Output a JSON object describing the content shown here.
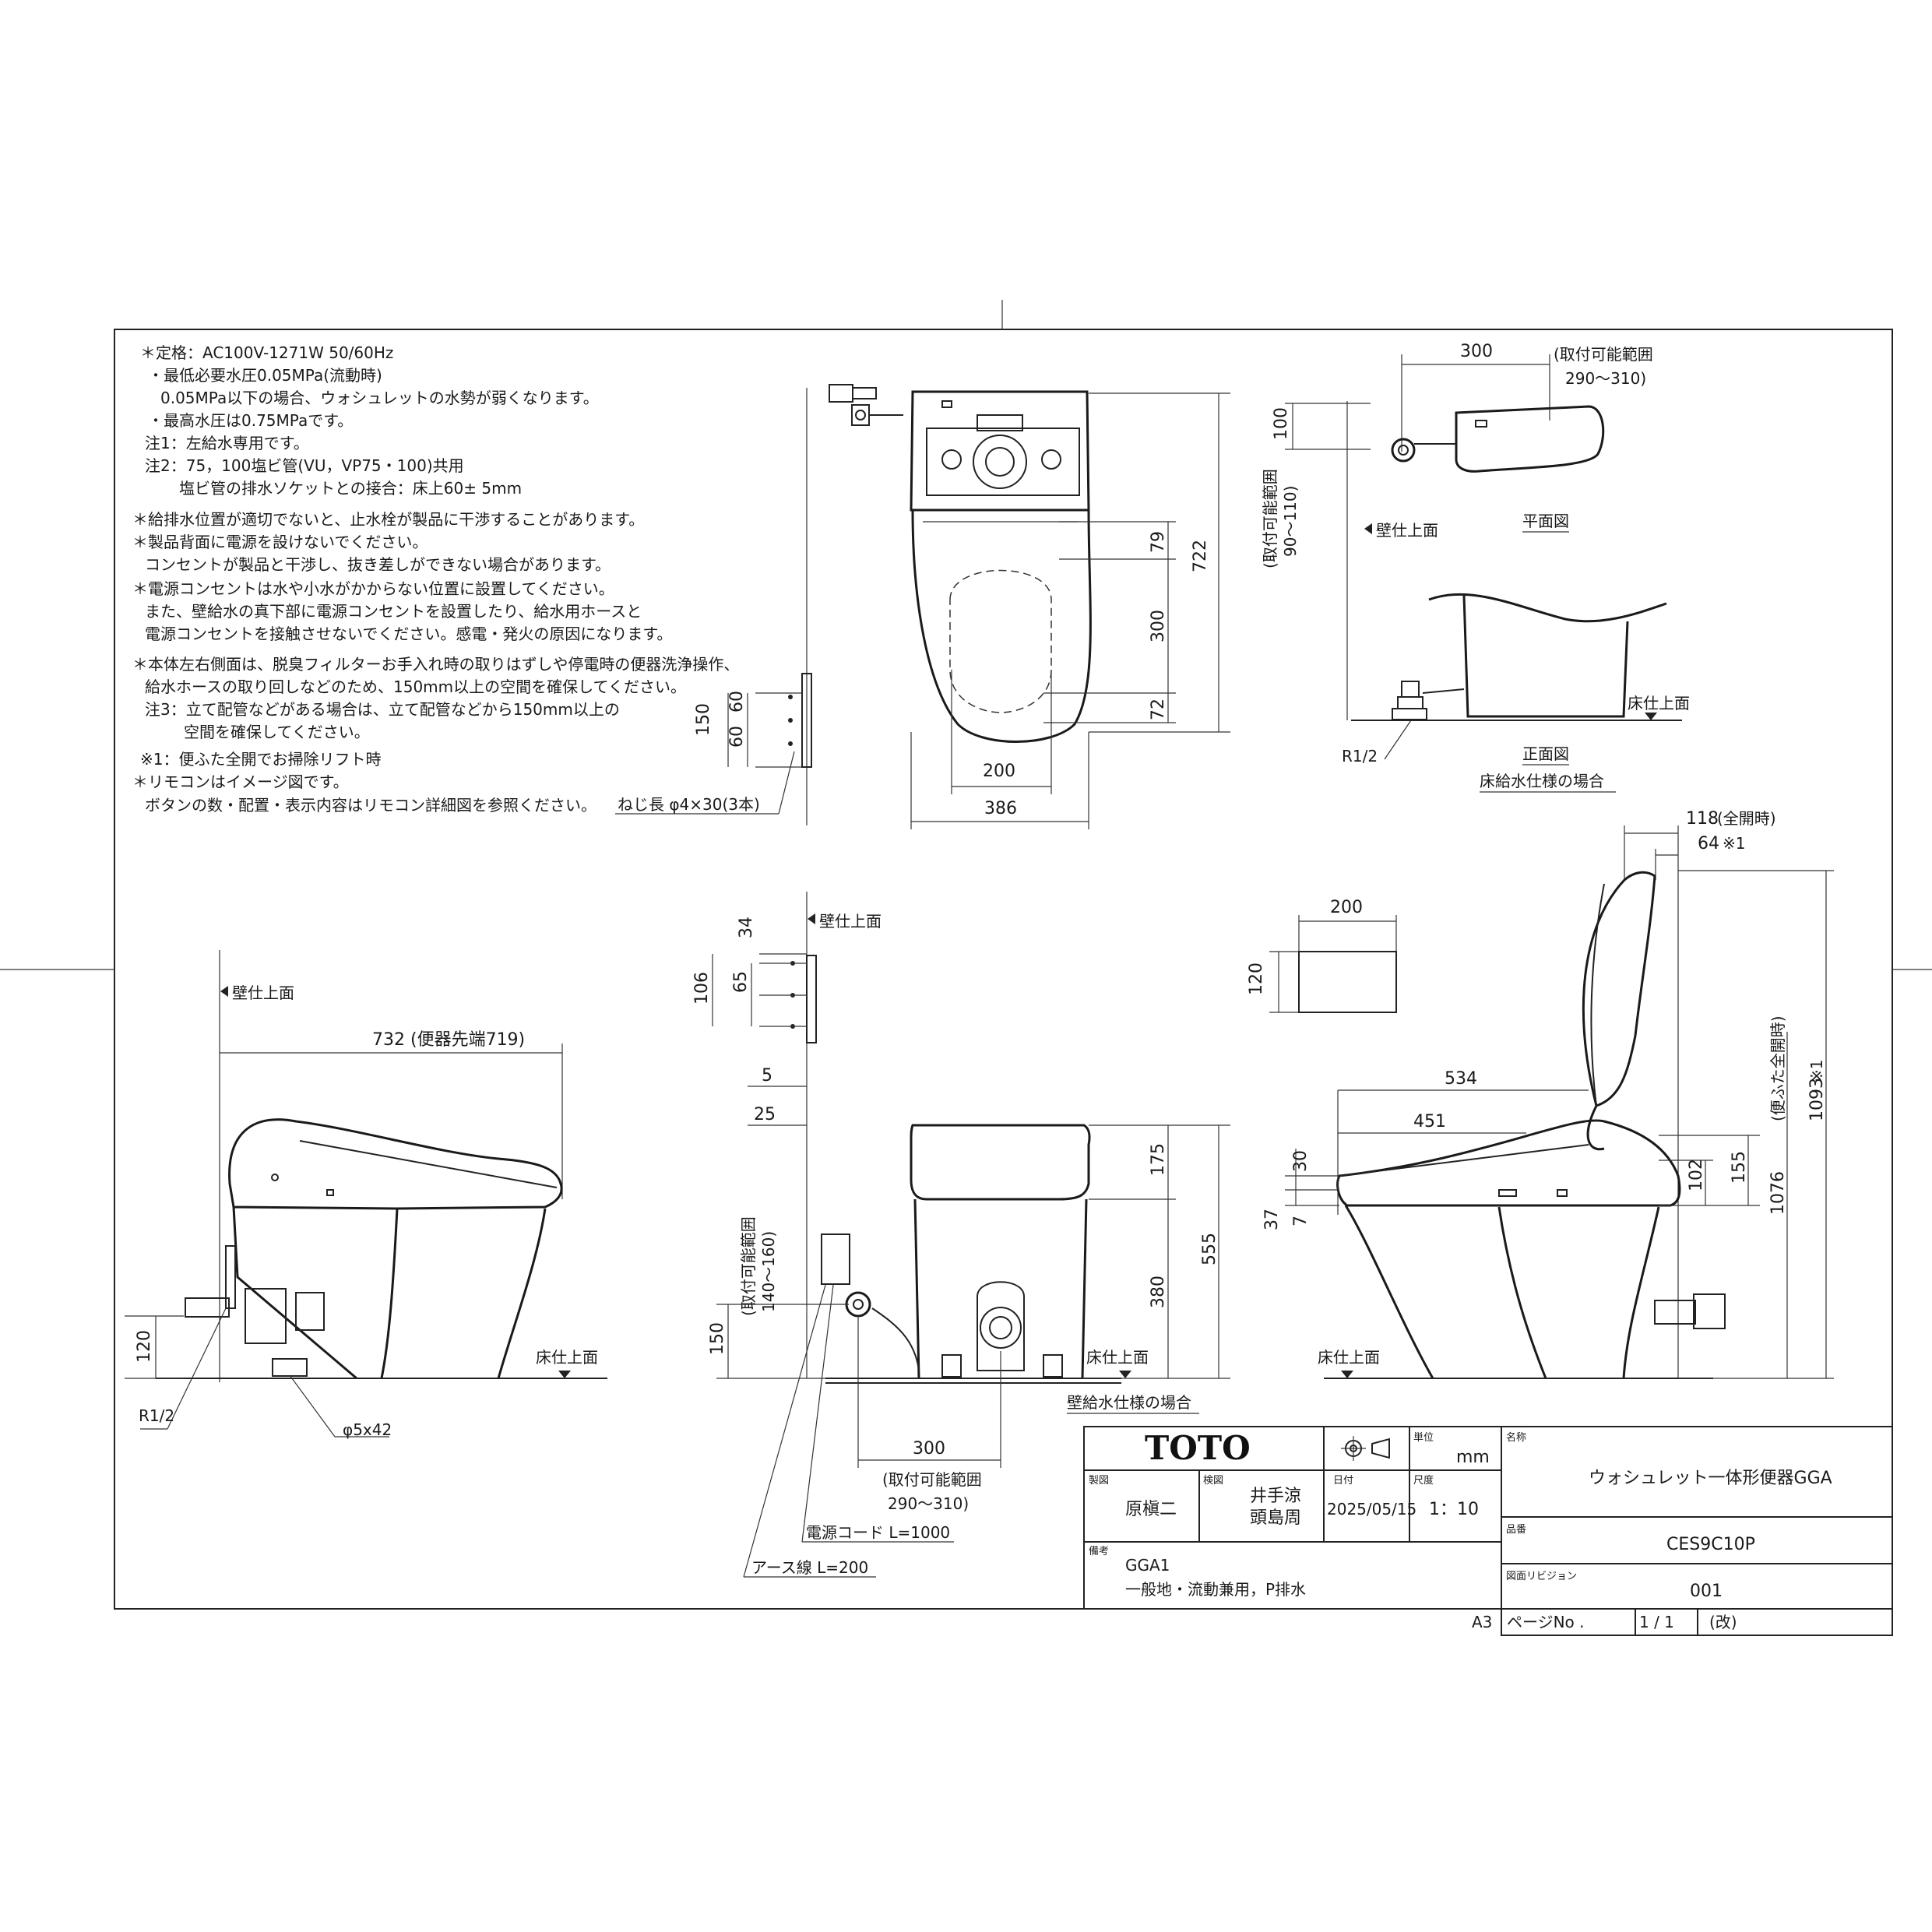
{
  "notes": [
    "＊定格：AC100V-1271W 50/60Hz",
    "・最低必要水圧0.05MPa(流動時)",
    "0.05MPa以下の場合、ウォシュレットの水勢が弱くなります。",
    "・最高水圧は0.75MPaです。",
    "注1：左給水専用です。",
    "注2：75，100塩ビ管(VU，VP75・100)共用",
    "塩ビ管の排水ソケットとの接合：床上60± 5mm",
    "＊給排水位置が適切でないと、止水栓が製品に干渉することがあります。",
    "＊製品背面に電源を設けないでください。",
    "コンセントが製品と干渉し、抜き差しができない場合があります。",
    "＊電源コンセントは水や小水がかからない位置に設置してください。",
    "また、壁給水の真下部に電源コンセントを設置したり、給水用ホースと",
    "電源コンセントを接触させないでください。感電・発火の原因になります。",
    "＊本体左右側面は、脱臭フィルターお手入れ時の取りはずしや停電時の便器洗浄操作、",
    "給水ホースの取り回しなどのため、150mm以上の空間を確保してください。",
    "注3：立て配管などがある場合は、立て配管などから150mm以上の",
    "空間を確保してください。",
    "※1：便ふた全開でお掃除リフト時",
    "＊リモコンはイメージ図です。",
    "ボタンの数・配置・表示内容はリモコン詳細図を参照ください。"
  ],
  "labels": {
    "wall_surface": "壁仕上面",
    "floor_surface": "床仕上面",
    "plan_view": "平面図",
    "front_view": "正面図",
    "floor_supply_case": "床給水仕様の場合",
    "wall_supply_case": "壁給水仕様の場合",
    "mount_range_title": "(取付可能範囲",
    "mount_range_290": "290～310)",
    "mount_range_vertical_a": "(取付可能範囲",
    "mount_range_vertical_a2": "90～110)",
    "mount_range_vertical_b": "(取付可能範囲",
    "mount_range_vertical_b2": "140～160)",
    "screw": "ねじ長 φ4×30(3本)",
    "r12": "R1/2",
    "phi542": "φ5x42",
    "power_cord": "電源コード L=1000",
    "earth_wire": "アース線 L=200",
    "full_open": "(全開時)",
    "lid_full_open": "(便ふた全開時)",
    "mark1": "※1",
    "dim_732": "732 (便器先端719)"
  },
  "dims": {
    "d300a": "300",
    "d100": "100",
    "d722": "722",
    "d79": "79",
    "d300b": "300",
    "d72": "72",
    "d200a": "200",
    "d386": "386",
    "d150a": "150",
    "d60a": "60",
    "d60b": "60",
    "d118": "118",
    "d64": "64",
    "d200b": "200",
    "d120a": "120",
    "d534": "534",
    "d451": "451",
    "d30": "30",
    "d37": "37",
    "d7": "7",
    "d102": "102",
    "d155": "155",
    "d1076": "1076",
    "d1093": "1093",
    "d34": "34",
    "d106": "106",
    "d65": "65",
    "d5": "5",
    "d25": "25",
    "d175": "175",
    "d555": "555",
    "d380": "380",
    "d150b": "150",
    "d120b": "120",
    "d300c": "300"
  },
  "title_block": {
    "brand": "TOTO",
    "unit_label": "単位",
    "unit": "mm",
    "name_label": "名称",
    "name": "ウォシュレット一体形便器GGA",
    "drawn_label": "製図",
    "drawn": "原槇二",
    "checked_label": "検図",
    "checked_1": "井手涼",
    "checked_2": "頭島周",
    "date_label": "日付",
    "date": "2025/05/15",
    "scale_label": "尺度",
    "scale": "1：10",
    "model_label": "品番",
    "model": "CES9C10P",
    "remarks_label": "備考",
    "remarks_1": "GGA1",
    "remarks_2": "一般地・流動兼用，P排水",
    "revision_label": "図面リビジョン",
    "revision": "001",
    "sheet_size": "A3",
    "page_label": "ページNo .",
    "page": "1 / 1",
    "page_suffix": "(改)"
  }
}
